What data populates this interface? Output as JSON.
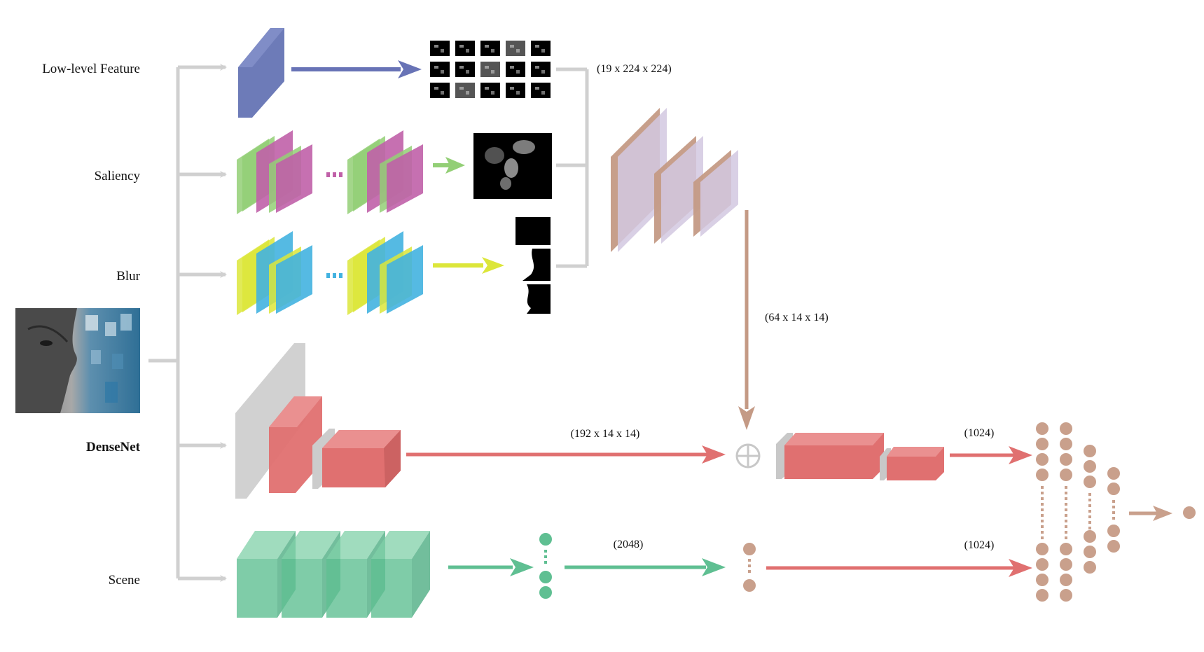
{
  "branches": {
    "low_level": "Low-level Feature",
    "saliency": "Saliency",
    "blur": "Blur",
    "densenet": "DenseNet",
    "scene": "Scene"
  },
  "dimensions": {
    "low_level_maps": "(19 x 224 x 224)",
    "fused_conv": "(64 x 14 x 14)",
    "densenet_out": "(192 x 14 x 14)",
    "densenet_fc": "(1024)",
    "scene_vec": "(2048)",
    "scene_fc": "(1024)"
  },
  "symbols": {
    "fusion": "⊕"
  },
  "colors": {
    "connector": "#d0d0d0",
    "low_level_block": "#6d7bb8",
    "saliency_green": "#93cf76",
    "saliency_magenta": "#c060a8",
    "blur_yellow": "#dce63a",
    "blur_cyan": "#42b2e0",
    "fusion_tan": "#c49a85",
    "fusion_lavender": "#d2c8e0",
    "densenet_red": "#e07070",
    "densenet_gray": "#cccccc",
    "scene_green": "#5fbf92",
    "output_tan": "#c9a08c"
  }
}
